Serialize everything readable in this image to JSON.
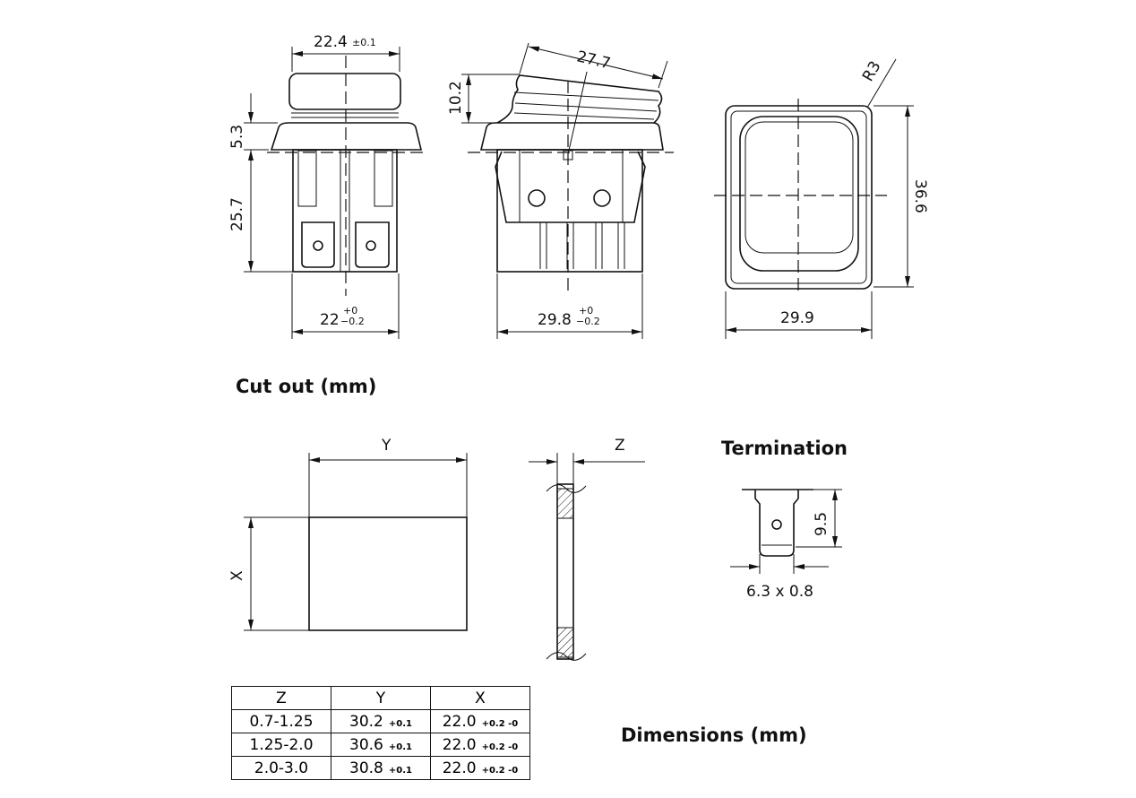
{
  "front_view": {
    "width_top": "22.4",
    "width_top_tol": "±0.1",
    "height_bezel": "5.3",
    "height_body": "25.7",
    "width_bottom": "22",
    "width_bottom_tol_upper": "+0",
    "width_bottom_tol_lower": "−0.2"
  },
  "side_view": {
    "rocker_length": "27.7",
    "rocker_height": "10.2",
    "width_bottom": "29.8",
    "width_bottom_tol_upper": "+0",
    "width_bottom_tol_lower": "−0.2"
  },
  "top_view": {
    "radius": "R3",
    "height": "36.6",
    "width": "29.9"
  },
  "cutout": {
    "title": "Cut out (mm)",
    "label_y": "Y",
    "label_x": "X",
    "label_z": "Z"
  },
  "termination": {
    "title": "Termination",
    "height": "9.5",
    "size": "6.3 x 0.8"
  },
  "dimensions_title": "Dimensions (mm)",
  "table": {
    "headers": [
      "Z",
      "Y",
      "X"
    ],
    "rows": [
      {
        "z": "0.7-1.25",
        "y": "30.2",
        "y_tol": "+0.1",
        "x": "22.0",
        "x_tol": "+0.2 -0"
      },
      {
        "z": "1.25-2.0",
        "y": "30.6",
        "y_tol": "+0.1",
        "x": "22.0",
        "x_tol": "+0.2 -0"
      },
      {
        "z": "2.0-3.0",
        "y": "30.8",
        "y_tol": "+0.1",
        "x": "22.0",
        "x_tol": "+0.2 -0"
      }
    ]
  }
}
